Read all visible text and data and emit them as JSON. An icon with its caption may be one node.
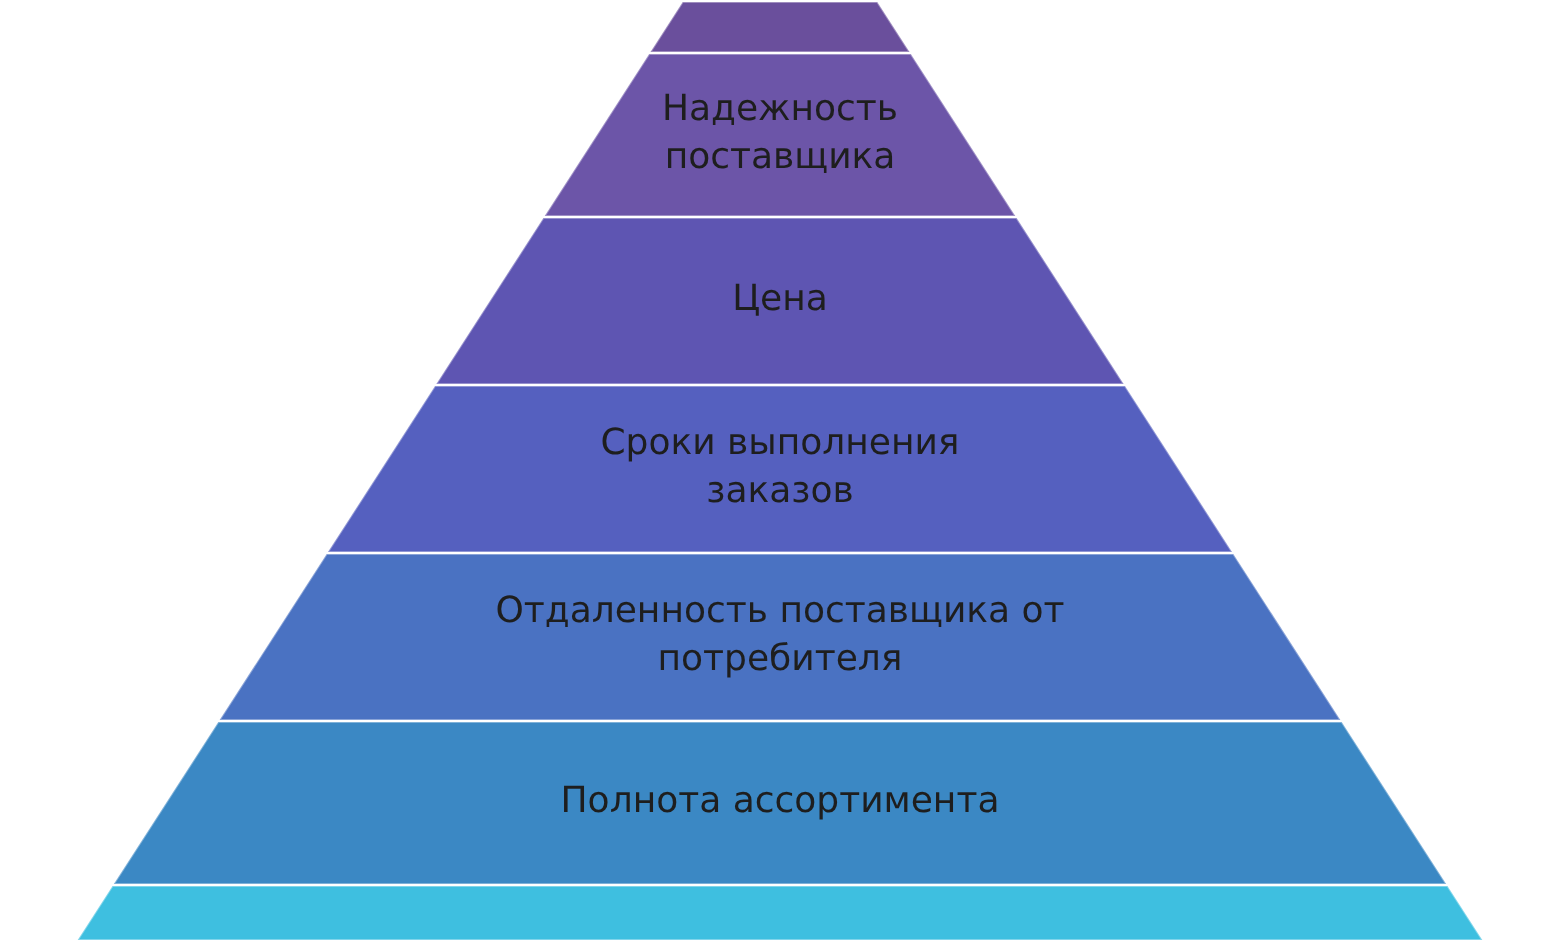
{
  "diagram": {
    "nodes": [
      {
        "text": [],
        "shape": "box"
      },
      {
        "text": [
          "Надежность поставщика"
        ]
      },
      {
        "text": [
          "Цена"
        ]
      },
      {
        "text": [
          "Сроки выполнения заказов"
        ]
      },
      {
        "text": [
          "Отдаленность поставщика от потребителя"
        ]
      },
      {
        "text": [
          "Полнота ассортимента"
        ]
      },
      {
        "text": [],
        "shape": "box"
      }
    ]
  }
}
